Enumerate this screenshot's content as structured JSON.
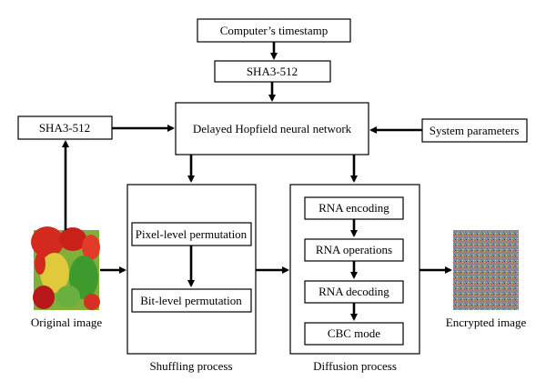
{
  "nodes": {
    "timestamp": "Computer’s timestamp",
    "sha_top": "SHA3-512",
    "sha_left": "SHA3-512",
    "hopfield": "Delayed Hopfield neural network",
    "system_params": "System parameters",
    "pixel_perm": "Pixel-level permutation",
    "bit_perm": "Bit-level permutation",
    "rna_encoding": "RNA encoding",
    "rna_operations": "RNA operations",
    "rna_decoding": "RNA decoding",
    "cbc_mode": "CBC mode"
  },
  "captions": {
    "original": "Original image",
    "encrypted": "Encrypted image",
    "shuffling": "Shuffling process",
    "diffusion": "Diffusion process"
  },
  "colors": {
    "line": "#000000",
    "background": "#ffffff"
  }
}
